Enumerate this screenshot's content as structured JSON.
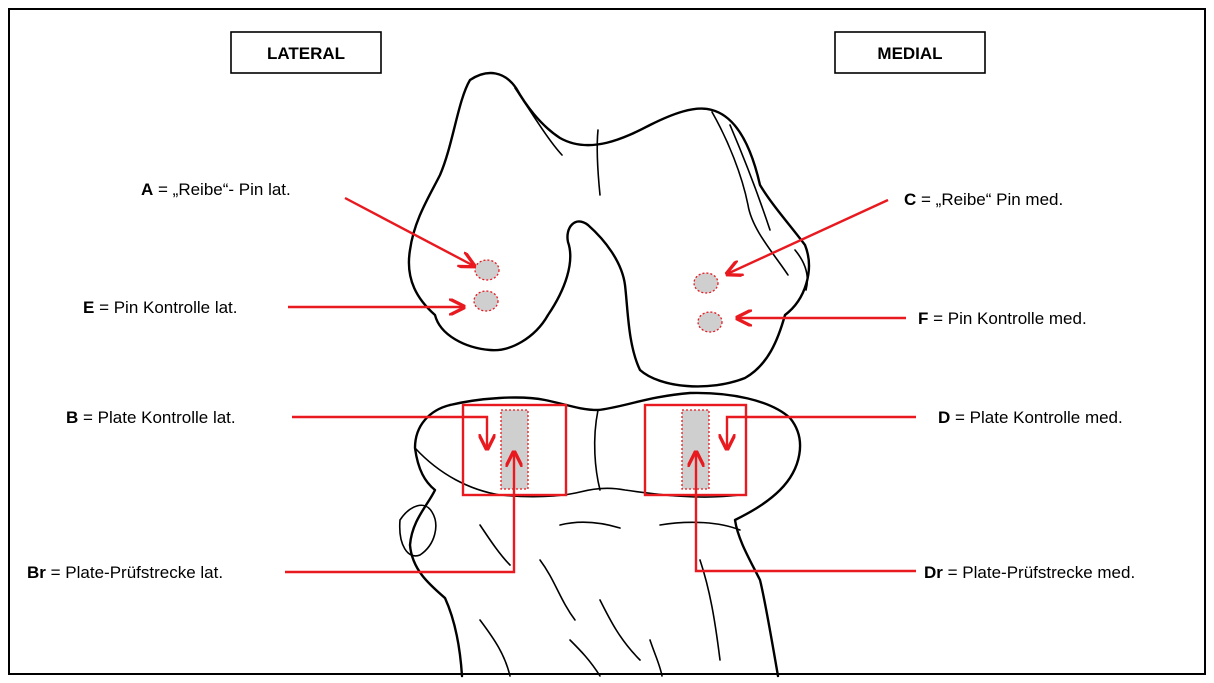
{
  "headers": {
    "lateral": "LATERAL",
    "medial": "MEDIAL"
  },
  "labels": {
    "A": {
      "key": "A",
      "text": " = „Reibe“- Pin lat."
    },
    "C": {
      "key": "C",
      "text": " = „Reibe“ Pin med."
    },
    "E": {
      "key": "E",
      "text": " = Pin Kontrolle lat."
    },
    "F": {
      "key": "F",
      "text": " = Pin Kontrolle med."
    },
    "B": {
      "key": "B",
      "text": " = Plate Kontrolle lat."
    },
    "D": {
      "key": "D",
      "text": " = Plate Kontrolle med."
    },
    "Br": {
      "key": "Br",
      "text": " = Plate-Prüfstrecke lat."
    },
    "Dr": {
      "key": "Dr",
      "text": " = Plate-Prüfstrecke med."
    }
  },
  "colors": {
    "arrow": "#e8191f",
    "sample_fill": "#cfcfcf",
    "line": "#000000"
  }
}
